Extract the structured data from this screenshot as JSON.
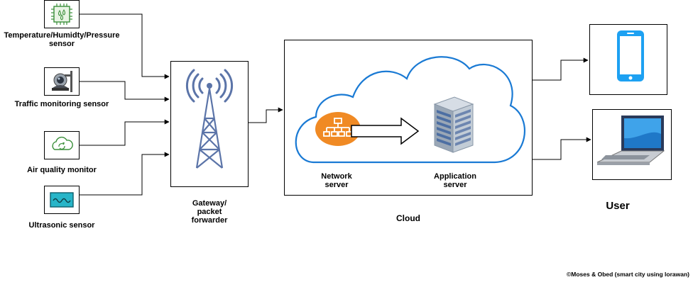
{
  "sensors": [
    {
      "line1": "Temperature/Humidty/Pressure",
      "line2": "sensor",
      "icon": "chip-sensor-icon"
    },
    {
      "line1": "Traffic monitoring sensor",
      "line2": "",
      "icon": "camera-icon"
    },
    {
      "line1": "Air quality monitor",
      "line2": "",
      "icon": "recycle-cloud-icon"
    },
    {
      "line1": "Ultrasonic sensor",
      "line2": "",
      "icon": "wave-monitor-icon"
    }
  ],
  "gateway": {
    "line1": "Gateway/",
    "line2": "packet",
    "line3": "forwarder",
    "icon": "antenna-tower-icon"
  },
  "cloud": {
    "label": "Cloud",
    "network_server": {
      "line1": "Network",
      "line2": "server",
      "icon": "network-hierarchy-icon"
    },
    "application_server": {
      "line1": "Application",
      "line2": "server",
      "icon": "server-rack-icon"
    }
  },
  "user": {
    "label": "User",
    "devices": [
      "smartphone-icon",
      "laptop-icon"
    ]
  },
  "copyright": "©Moses & Obed (smart city using lorawan)",
  "colors": {
    "cloud_outline": "#1a7ad4",
    "network_orange": "#f08a24",
    "device_blue": "#1da1f2",
    "tower": "#5b74a8",
    "sensor_green": "#3a8f3a",
    "server_gray": "#8a98a8"
  }
}
